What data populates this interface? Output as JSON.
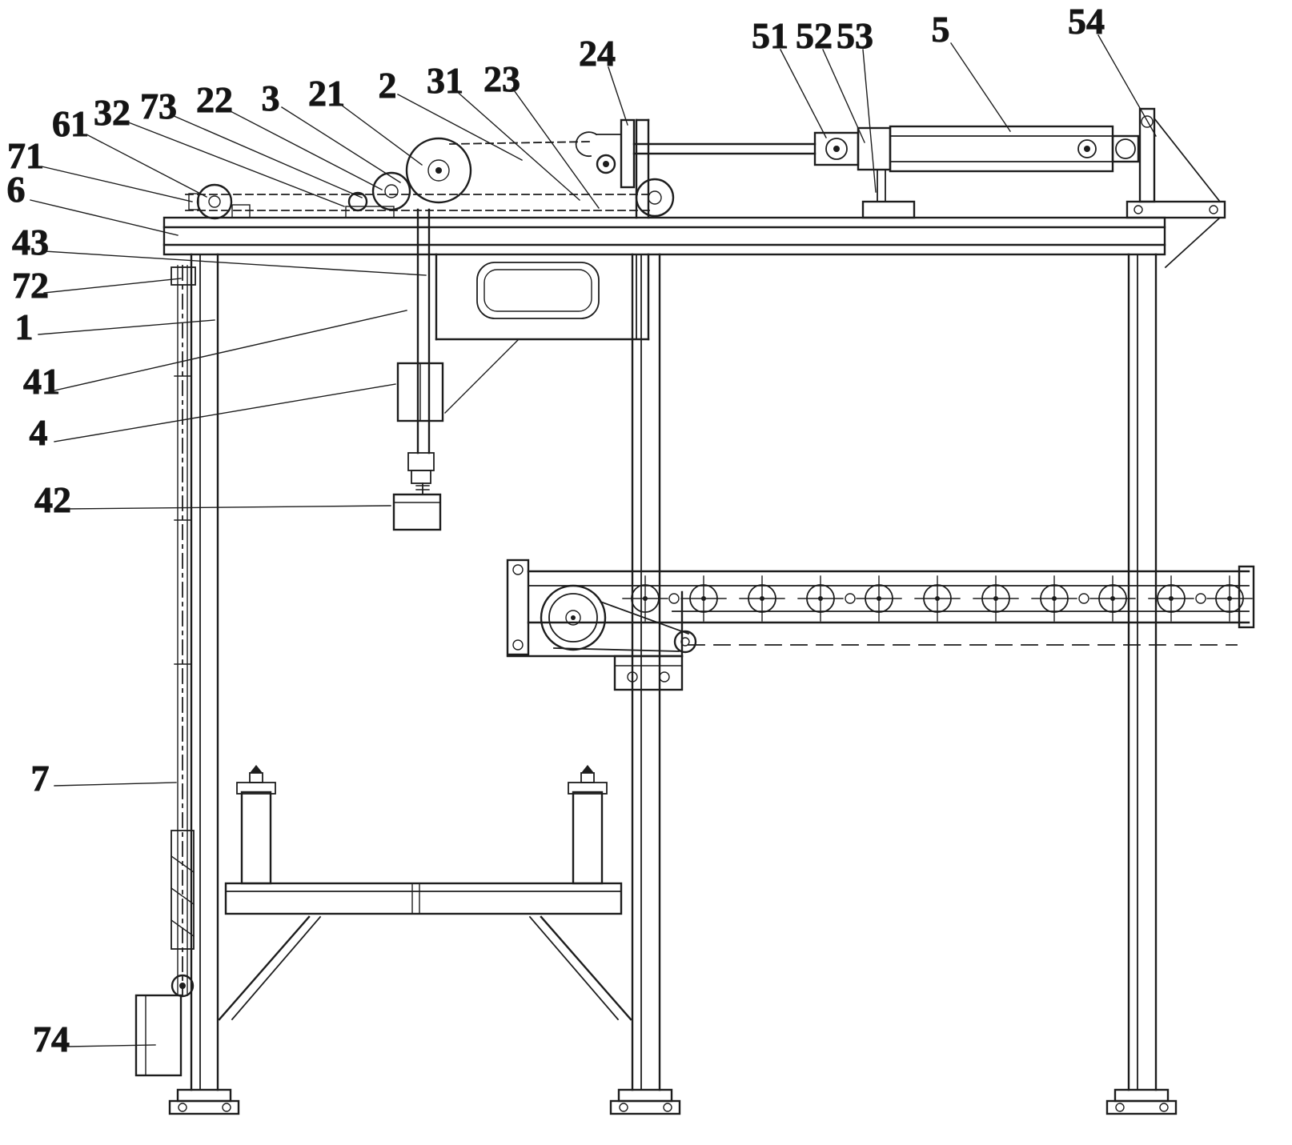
{
  "figure": {
    "background": "#ffffff",
    "ink": "#1d1d1d",
    "labels": [
      {
        "id": "61",
        "text": "61"
      },
      {
        "id": "32",
        "text": "32"
      },
      {
        "id": "73",
        "text": "73"
      },
      {
        "id": "22",
        "text": "22"
      },
      {
        "id": "3",
        "text": "3"
      },
      {
        "id": "21",
        "text": "21"
      },
      {
        "id": "2",
        "text": "2"
      },
      {
        "id": "31",
        "text": "31"
      },
      {
        "id": "23",
        "text": "23"
      },
      {
        "id": "24",
        "text": "24"
      },
      {
        "id": "51",
        "text": "51"
      },
      {
        "id": "52",
        "text": "52"
      },
      {
        "id": "53",
        "text": "53"
      },
      {
        "id": "5",
        "text": "5"
      },
      {
        "id": "54",
        "text": "54"
      },
      {
        "id": "71",
        "text": "71"
      },
      {
        "id": "6",
        "text": "6"
      },
      {
        "id": "43",
        "text": "43"
      },
      {
        "id": "72",
        "text": "72"
      },
      {
        "id": "1",
        "text": "1"
      },
      {
        "id": "41",
        "text": "41"
      },
      {
        "id": "4",
        "text": "4"
      },
      {
        "id": "42",
        "text": "42"
      },
      {
        "id": "7",
        "text": "7"
      },
      {
        "id": "74",
        "text": "74"
      }
    ]
  }
}
